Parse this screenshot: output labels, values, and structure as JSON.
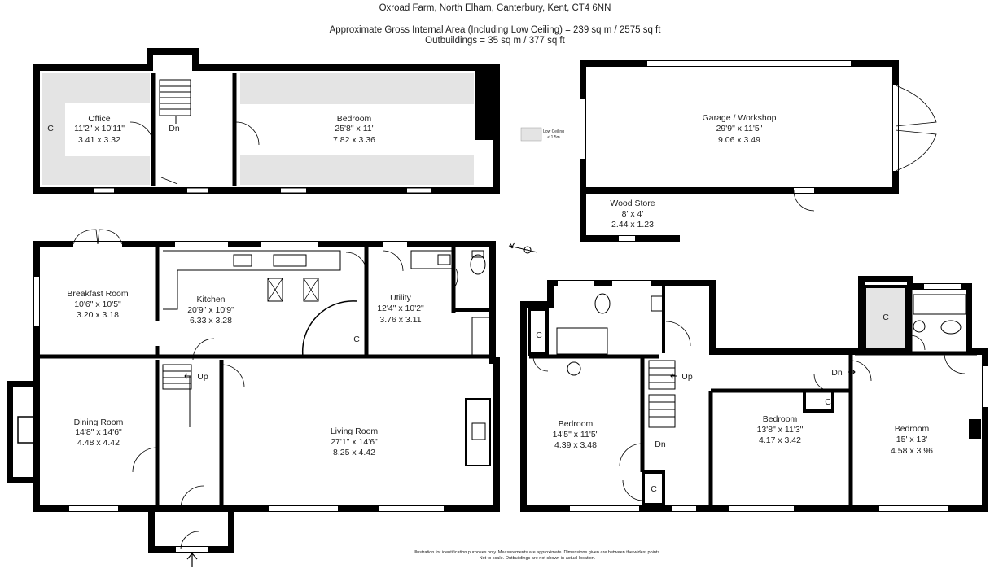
{
  "header": {
    "address": "Oxroad Farm, North Elham, Canterbury, Kent, CT4 6NN",
    "gross_area": "Approximate Gross Internal Area (Including Low Ceiling) =  239 sq m / 2575 sq ft",
    "outbuildings": "Outbuildings = 35 sq m / 377 sq ft"
  },
  "legend": {
    "low_ceiling_line1": "Low Ceiling",
    "low_ceiling_line2": "< 1.5m"
  },
  "rooms": {
    "office": {
      "name": "Office",
      "imperial": "11'2\" x 10'11\"",
      "metric": "3.41 x 3.32"
    },
    "bedroom_top": {
      "name": "Bedroom",
      "imperial": "25'8\" x 11'",
      "metric": "7.82 x 3.36"
    },
    "garage": {
      "name": "Garage / Workshop",
      "imperial": "29'9\" x 11'5\"",
      "metric": "9.06 x 3.49"
    },
    "wood_store": {
      "name": "Wood Store",
      "imperial": "8' x 4'",
      "metric": "2.44 x 1.23"
    },
    "breakfast": {
      "name": "Breakfast Room",
      "imperial": "10'6\" x 10'5\"",
      "metric": "3.20 x 3.18"
    },
    "kitchen": {
      "name": "Kitchen",
      "imperial": "20'9\" x 10'9\"",
      "metric": "6.33 x 3.28"
    },
    "utility": {
      "name": "Utility",
      "imperial": "12'4\" x 10'2\"",
      "metric": "3.76 x 3.11"
    },
    "dining": {
      "name": "Dining Room",
      "imperial": "14'8\" x 14'6\"",
      "metric": "4.48 x 4.42"
    },
    "living": {
      "name": "Living Room",
      "imperial": "27'1\" x 14'6\"",
      "metric": "8.25 x 4.42"
    },
    "bed1": {
      "name": "Bedroom",
      "imperial": "14'5\" x 11'5\"",
      "metric": "4.39 x 3.48"
    },
    "bed2": {
      "name": "Bedroom",
      "imperial": "13'8\" x 11'3\"",
      "metric": "4.17 x 3.42"
    },
    "bed3": {
      "name": "Bedroom",
      "imperial": "15' x 13'",
      "metric": "4.58 x 3.96"
    }
  },
  "marks": {
    "cupboard": "C",
    "down": "Dn",
    "up": "Up"
  },
  "footer": {
    "line1": "Illustration for identification purposes only.  Measurements are approximate. Dimensions given are between the widest points.",
    "line2": "Not to scale.  Outbuildings are not shown in actual location."
  }
}
